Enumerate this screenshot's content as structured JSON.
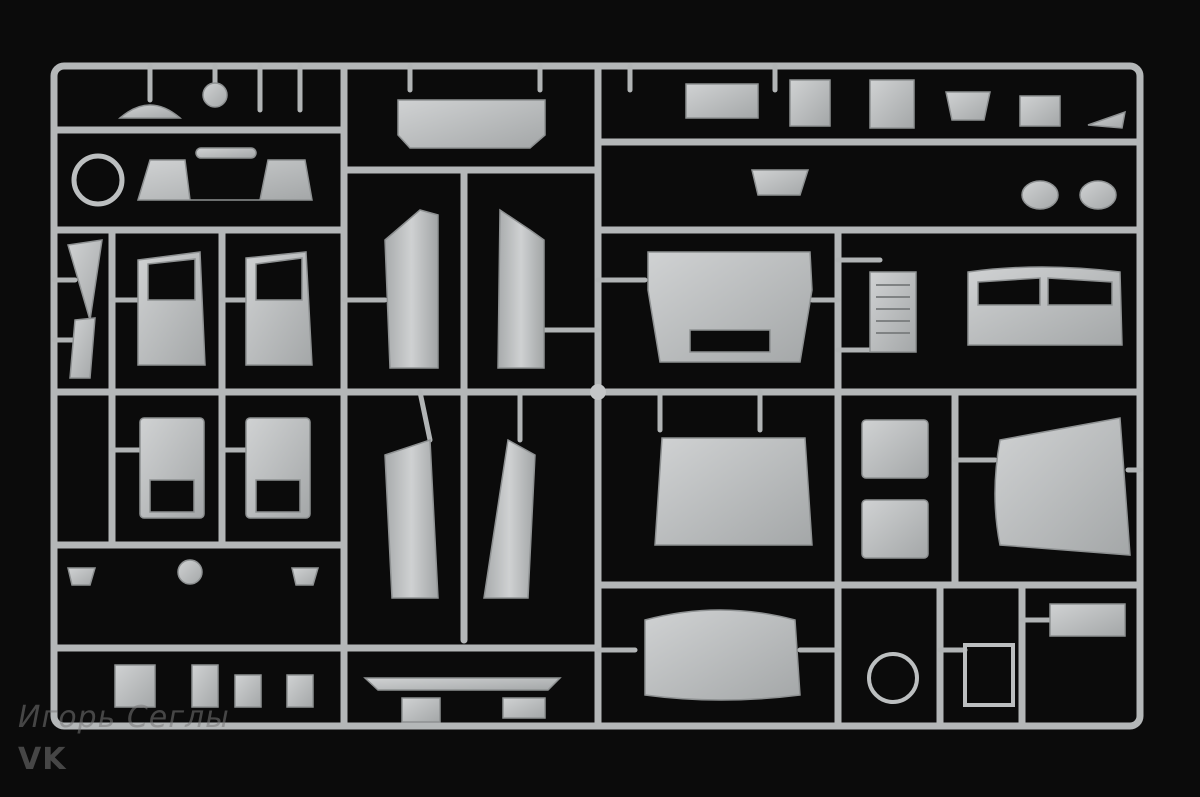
{
  "photo": {
    "subject": "sprue",
    "background_color": "#0b0b0b",
    "plastic_color": "#b9bcbd"
  },
  "watermark": {
    "line1": "Игорь Сеглы",
    "line2": "VK"
  }
}
